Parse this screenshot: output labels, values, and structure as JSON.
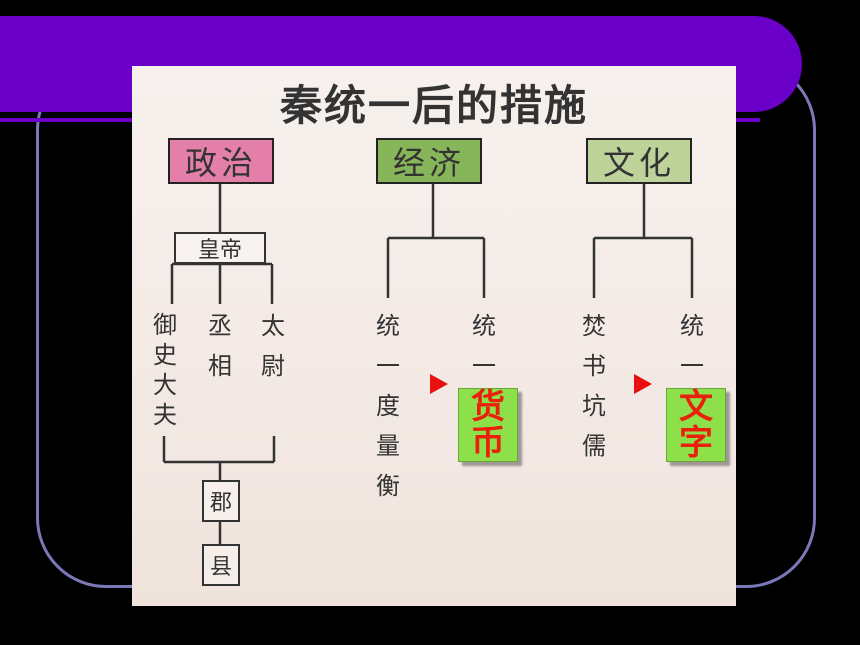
{
  "diagram": {
    "title": "秦统一后的措施",
    "categories": [
      {
        "id": "politics",
        "label": "政治",
        "color": "#e37fa8"
      },
      {
        "id": "economy",
        "label": "经济",
        "color": "#86b55a"
      },
      {
        "id": "culture",
        "label": "文化",
        "color": "#bdd39a"
      }
    ],
    "politics": {
      "emperor": "皇帝",
      "officials": [
        "御史大夫",
        "丞相",
        "太尉"
      ],
      "commandery": "郡",
      "county": "县"
    },
    "economy": {
      "measure1": "统一度量衡",
      "measure2_prefix": "统一",
      "measure2_highlight": "货币"
    },
    "culture": {
      "measure1": "焚书坑儒",
      "measure2_prefix": "统一",
      "measure2_highlight": "文字"
    }
  }
}
